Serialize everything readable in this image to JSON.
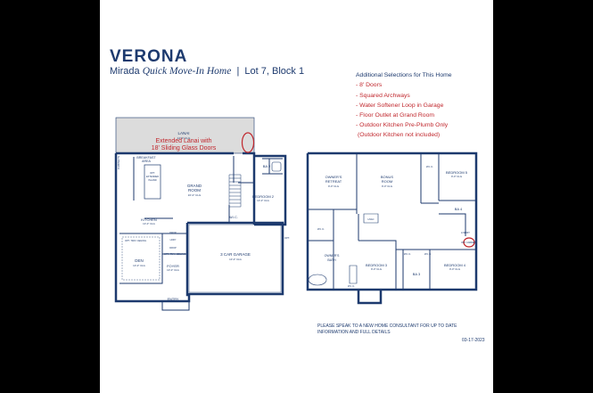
{
  "title": "VERONA",
  "subtitle": {
    "community": "Mirada",
    "type": "Quick Move-In Home",
    "separator": "|",
    "lot": "Lot 7, Block 1"
  },
  "selections": {
    "heading": "Additional Selections for This Home",
    "items": [
      "- 8' Doors",
      "- Squared Archways",
      "- Water Softener Loop in Garage",
      "- Floor Outlet at Grand Room",
      "- Outdoor Kitchen Pre-Plumb Only",
      "(Outdoor Kitchen not included)"
    ]
  },
  "first_floor": {
    "lanai": "LANAI",
    "lanai_dims": "14'-0\" CLG",
    "lanai_callout": [
      "Extended Lanai with",
      "18' Sliding Glass Doors"
    ],
    "breakfast": [
      "BREAKFAST",
      "AREA"
    ],
    "cabinets": "CABINETS",
    "island": [
      "OPT.",
      "EXTENDED",
      "ISLAND"
    ],
    "grand_room": [
      "GRAND",
      "ROOM"
    ],
    "grand_dims": "16'-0\" CLG",
    "kitchen": "KITCHEN",
    "kitchen_dims": "10'-0\" CLG",
    "den": "DEN",
    "den_dims": "10'-0\" CLG",
    "foyer": "FOYER",
    "foyer_dims": "10'-0\" CLG",
    "entry": "ENTRY",
    "bath": "BA 2",
    "bedroom": "BEDROOM 2",
    "bedroom_dims": "10'-0\" CLG",
    "wic": "W.I.C.",
    "garage": "3 CAR GARAGE",
    "garage_dims": "10'-0\" CLG",
    "small": [
      "OPT. TRAY CEILING",
      "OPT. TRAY CEILING",
      "DROP",
      "LDRY",
      "DROP",
      "OPT."
    ]
  },
  "second_floor": {
    "owners_retreat": [
      "OWNER'S",
      "RETREAT"
    ],
    "retreat_dims": "9'-0\" CLG",
    "bonus_room": [
      "BONUS",
      "ROOM"
    ],
    "bonus_dims": "9'-0\" CLG",
    "bedroom5": "BEDROOM 5",
    "bedroom5_dims": "9'-0\" CLG",
    "wic": "W.I.C.",
    "ba4": "BA 4",
    "owners_bath": [
      "OWNER'S",
      "BATH"
    ],
    "bedroom3": "BEDROOM 3",
    "bedroom3_dims": "9'-0\" CLG",
    "ba3": "BA 3",
    "bedroom4": "BEDROOM 4",
    "bedroom4_dims": "9'-0\" CLG",
    "laundry": "LNDRY",
    "small": [
      "W.I.C.",
      "W.I.C.",
      "W.I.C.",
      "W.I.C.",
      "HVAC",
      "OPT. CABINETS"
    ]
  },
  "note": "PLEASE SPEAK TO A NEW HOME CONSULTANT FOR UP TO DATE INFORMATION AND FULL DETAILS",
  "date": "03-17-2023",
  "colors": {
    "navy": "#1d3a6e",
    "red": "#c0262c",
    "lanai_fill": "#dcdcdc"
  }
}
